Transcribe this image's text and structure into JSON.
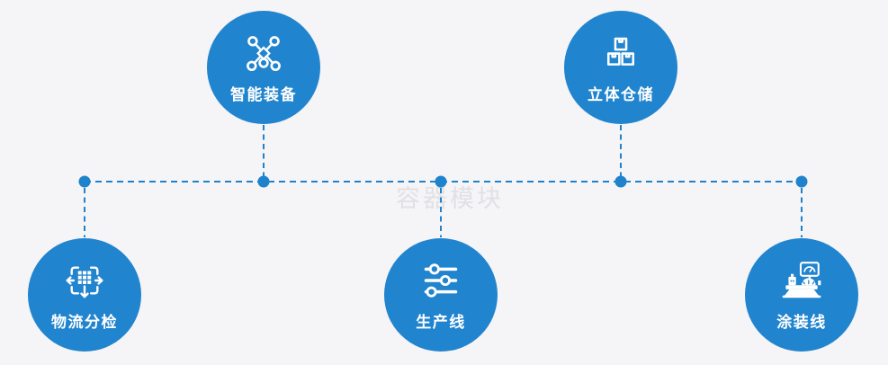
{
  "canvas": {
    "background_color": "#f5f4f6",
    "circle_color": "#2184ce",
    "connector_color": "#1f82cc",
    "icon_color": "#ffffff",
    "label_color": "#ffffff"
  },
  "watermark": {
    "text": "容器模块"
  },
  "nodes": [
    {
      "id": "smart-equipment",
      "label": "智能装备",
      "icon": "network-nodes-icon",
      "row": "top"
    },
    {
      "id": "vertical-warehouse",
      "label": "立体仓储",
      "icon": "stacked-boxes-icon",
      "row": "top"
    },
    {
      "id": "logistics-sorting",
      "label": "物流分检",
      "icon": "sorting-arrows-icon",
      "row": "bottom"
    },
    {
      "id": "production-line",
      "label": "生产线",
      "icon": "sliders-icon",
      "row": "bottom"
    },
    {
      "id": "painting-line",
      "label": "涂装线",
      "icon": "machine-monitor-icon",
      "row": "bottom"
    }
  ]
}
